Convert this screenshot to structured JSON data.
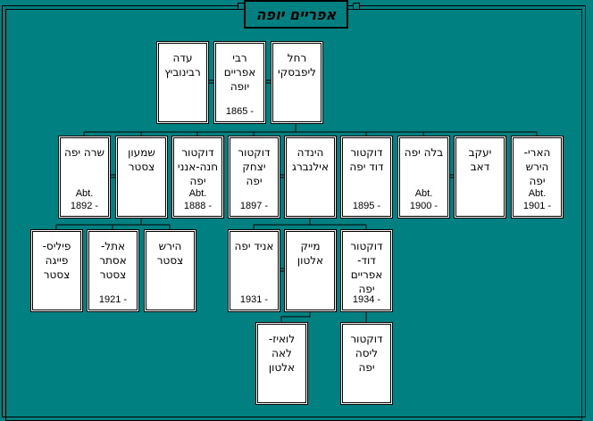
{
  "title": "אפריים יופה",
  "people": [
    {
      "id": "ada",
      "lines": [
        "עדה",
        "רבינוביץ"
      ],
      "dates": []
    },
    {
      "id": "efraim",
      "lines": [
        "רבי",
        "אפריים",
        "יופה"
      ],
      "dates": [
        "1865 -"
      ]
    },
    {
      "id": "rachel",
      "lines": [
        "רחל",
        "ליפבסקי"
      ],
      "dates": []
    },
    {
      "id": "sara",
      "lines": [
        "שרה יפה"
      ],
      "dates": [
        "Abt.",
        "1892 -"
      ]
    },
    {
      "id": "shimon",
      "lines": [
        "שמעון",
        "צסטר"
      ],
      "dates": []
    },
    {
      "id": "chana",
      "lines": [
        "דוקטור",
        "חנה-אנני",
        "יפה"
      ],
      "dates": [
        "Abt.",
        "1888 -"
      ]
    },
    {
      "id": "yitzhak",
      "lines": [
        "דוקטור",
        "יצחק",
        "יפה"
      ],
      "dates": [
        "1897 -"
      ]
    },
    {
      "id": "hinda",
      "lines": [
        "הינדה",
        "אילנברג"
      ],
      "dates": []
    },
    {
      "id": "david",
      "lines": [
        "דוקטור",
        "דוד יפה"
      ],
      "dates": [
        "1895 -"
      ]
    },
    {
      "id": "bella",
      "lines": [
        "בלה יפה"
      ],
      "dates": [
        "Abt.",
        "1900 -"
      ]
    },
    {
      "id": "yaakov",
      "lines": [
        "יעקב",
        "דאב"
      ],
      "dates": []
    },
    {
      "id": "harry",
      "lines": [
        "הארי-",
        "הירש",
        "יפה"
      ],
      "dates": [
        "Abt.",
        "1901 -"
      ]
    },
    {
      "id": "phyllis",
      "lines": [
        "פיליס-",
        "פייגה",
        "צסטר"
      ],
      "dates": []
    },
    {
      "id": "ethel",
      "lines": [
        "אתל-",
        "אסתר",
        "צסטר"
      ],
      "dates": [
        "1921 -"
      ]
    },
    {
      "id": "hirsch",
      "lines": [
        "הירש",
        "צסטר"
      ],
      "dates": []
    },
    {
      "id": "anid",
      "lines": [
        "אניד יפה"
      ],
      "dates": [
        "1931 -"
      ]
    },
    {
      "id": "mike",
      "lines": [
        "מייק",
        "אלטון"
      ],
      "dates": []
    },
    {
      "id": "daviddr",
      "lines": [
        "דוקטור",
        "דוד-",
        "אפריים",
        "יפה"
      ],
      "dates": [
        "1934 -"
      ]
    },
    {
      "id": "louise",
      "lines": [
        "לואיז-",
        "לאה",
        "אלטון"
      ],
      "dates": []
    },
    {
      "id": "lisa",
      "lines": [
        "דוקטור",
        "ליסה",
        "יפה"
      ],
      "dates": []
    }
  ]
}
